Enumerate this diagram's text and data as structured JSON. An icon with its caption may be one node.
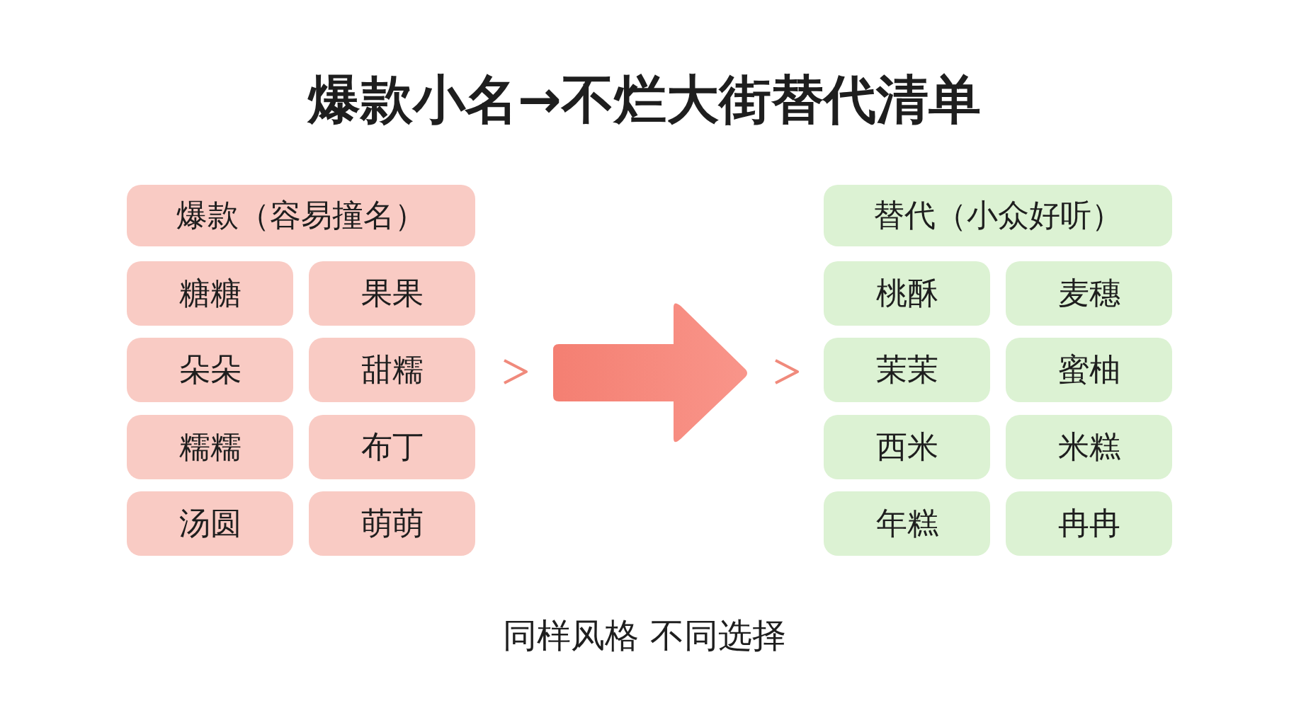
{
  "diagram": {
    "title": "爆款小名→不烂大街替代清单",
    "caption": "同样风格 不同选择",
    "nodes": [
      {
        "text": [
          "爆款（容易撞名）"
        ]
      },
      {
        "text": [
          "糖糖"
        ]
      },
      {
        "text": [
          "果果"
        ]
      },
      {
        "text": [
          "朵朵"
        ]
      },
      {
        "text": [
          "甜糯"
        ]
      },
      {
        "text": [
          "糯糯"
        ]
      },
      {
        "text": [
          "布丁"
        ]
      },
      {
        "text": [
          "汤圆"
        ]
      },
      {
        "text": [
          "萌萌"
        ]
      },
      {
        "text": [
          "替代（小众好听）"
        ]
      },
      {
        "text": [
          "桃酥"
        ]
      },
      {
        "text": [
          "麦穗"
        ]
      },
      {
        "text": [
          "茉茉"
        ]
      },
      {
        "text": [
          "蜜柚"
        ]
      },
      {
        "text": [
          "西米"
        ]
      },
      {
        "text": [
          "米糕"
        ]
      },
      {
        "text": [
          "年糕"
        ]
      },
      {
        "text": [
          "冉冉"
        ]
      }
    ],
    "edges": []
  }
}
